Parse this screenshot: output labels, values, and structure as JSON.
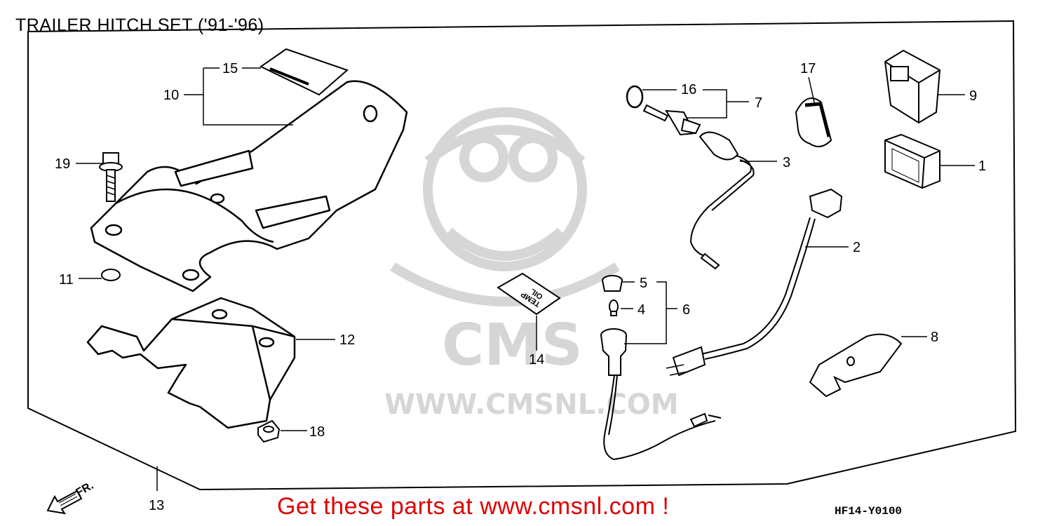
{
  "title": "TRAILER HITCH SET ('91-'96)",
  "footer": {
    "cta": "Get these parts at www.cmsnl.com !",
    "diagram_code": "HF14-Y0100"
  },
  "watermark": {
    "logo_text": "CMS",
    "url": "WWW.CMSNL.COM"
  },
  "labels": {
    "oil_temp_line1": "OIL",
    "oil_temp_line2": "TEMP",
    "front_arrow": "FR."
  },
  "callouts": [
    "1",
    "2",
    "3",
    "4",
    "5",
    "6",
    "7",
    "8",
    "9",
    "10",
    "11",
    "12",
    "13",
    "14",
    "15",
    "16",
    "17",
    "18",
    "19"
  ],
  "colors": {
    "cta": "#e00000",
    "watermark": "#d6d6d6",
    "line": "#000000"
  }
}
